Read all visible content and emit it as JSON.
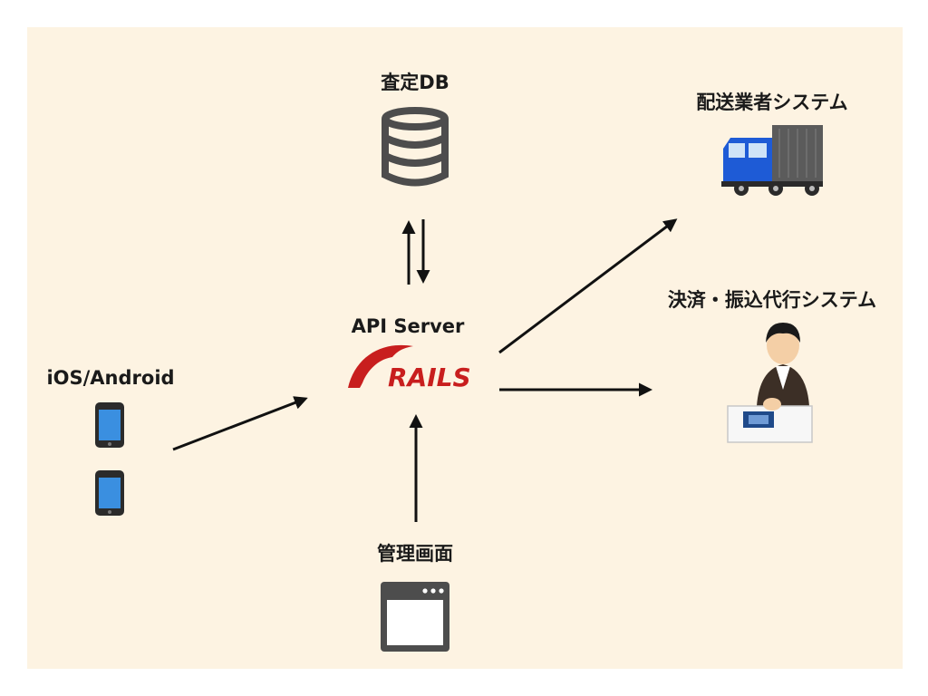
{
  "colors": {
    "background": "#fdf3e2",
    "arrow": "#111111",
    "icon_gray": "#4d4d4d",
    "rails_red": "#c81e1e",
    "truck_blue": "#1e5bd6"
  },
  "nodes": {
    "db": {
      "label": "査定DB",
      "icon": "database-icon"
    },
    "api": {
      "label": "API Server",
      "logo_text": "RAILS",
      "icon": "rails-logo"
    },
    "client": {
      "label": "iOS/Android",
      "icon": "smartphone-icon"
    },
    "admin": {
      "label": "管理画面",
      "icon": "browser-window-icon"
    },
    "delivery": {
      "label": "配送業者システム",
      "icon": "truck-icon"
    },
    "payment": {
      "label": "決済・振込代行システム",
      "icon": "cashier-person-icon"
    }
  },
  "edges": [
    {
      "from": "API Server",
      "to": "査定DB",
      "direction": "both"
    },
    {
      "from": "iOS/Android",
      "to": "API Server"
    },
    {
      "from": "管理画面",
      "to": "API Server"
    },
    {
      "from": "API Server",
      "to": "配送業者システム"
    },
    {
      "from": "API Server",
      "to": "決済・振込代行システム"
    }
  ]
}
